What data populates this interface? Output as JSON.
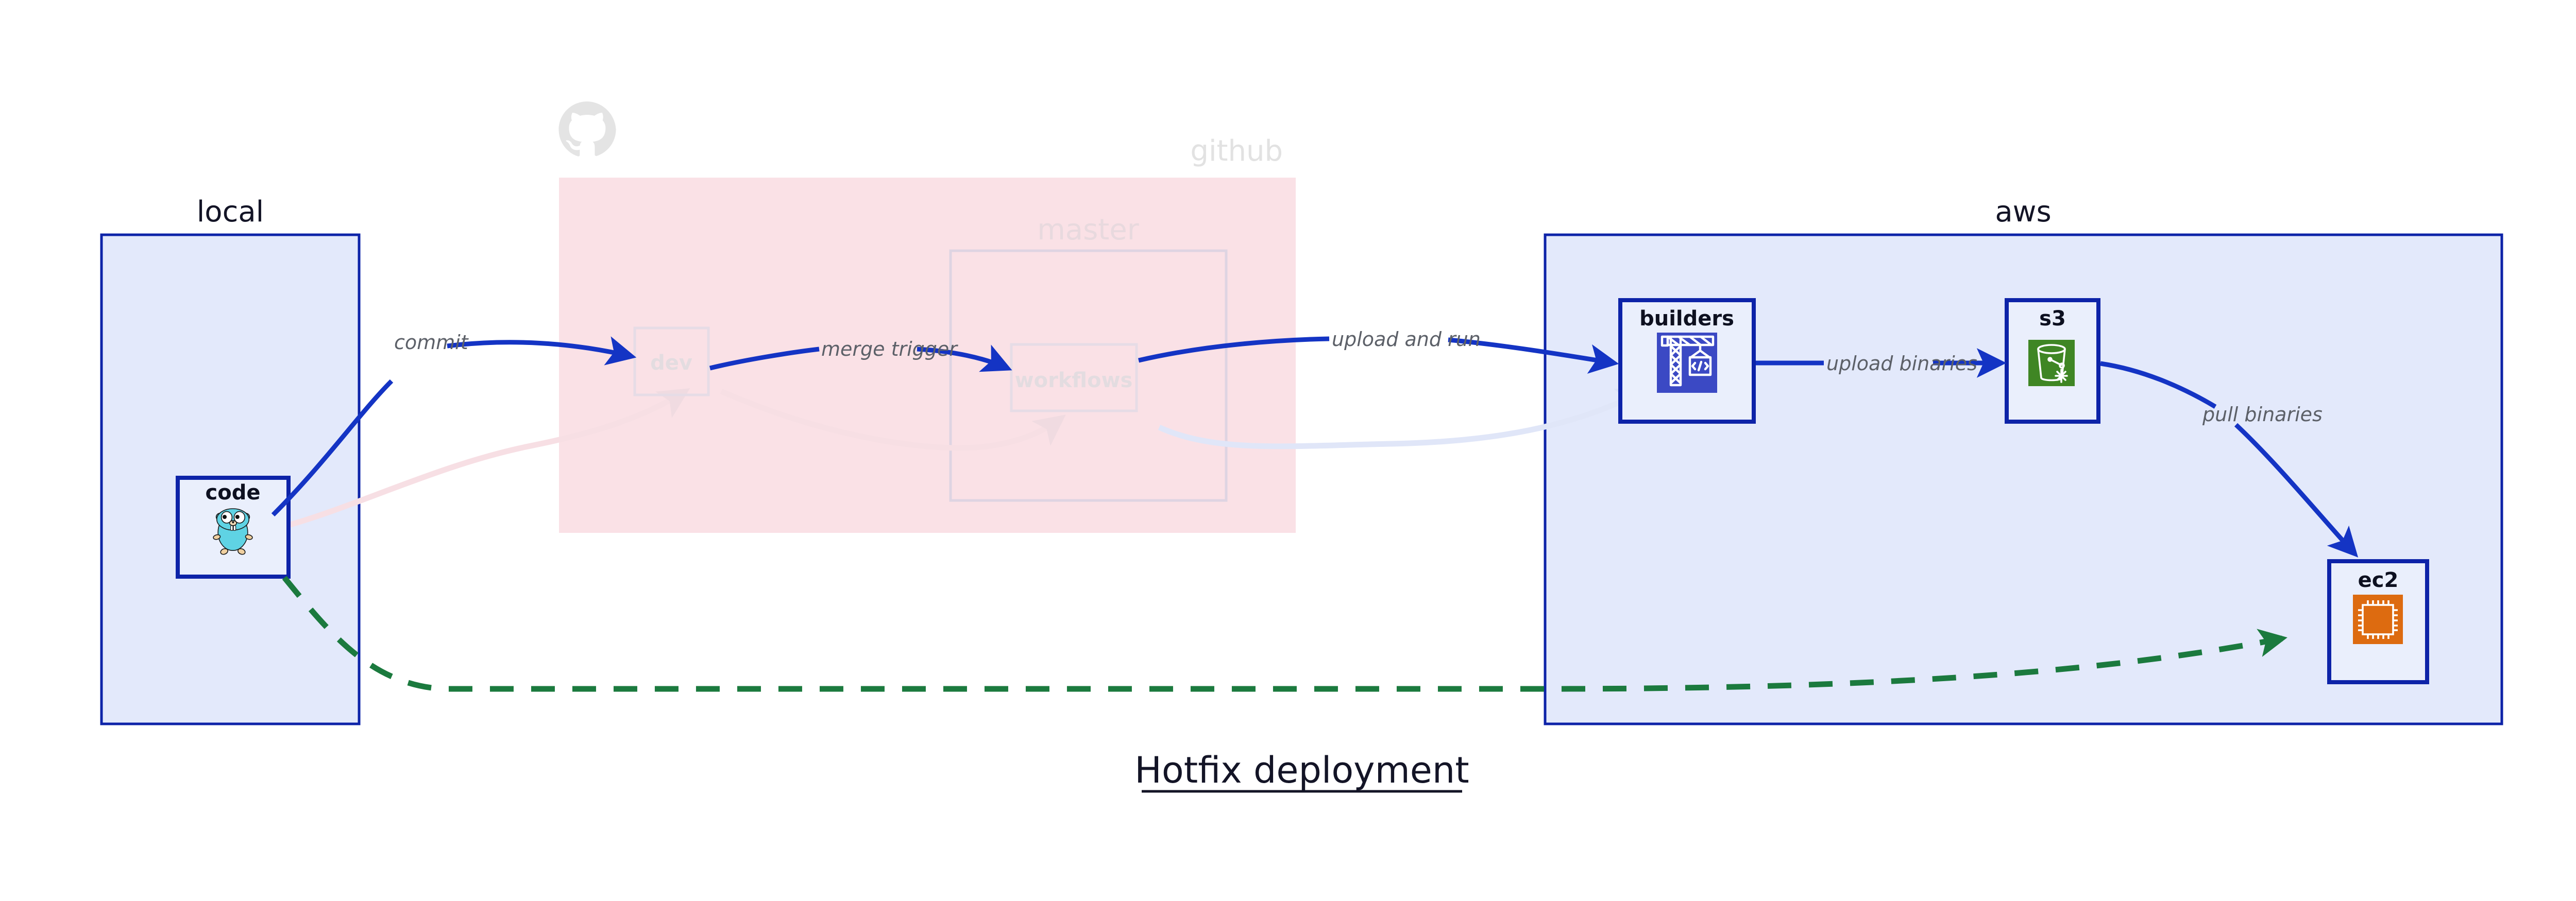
{
  "diagram": {
    "title": "Hotfix deployment",
    "groups": [
      {
        "id": "local",
        "label": "local"
      },
      {
        "id": "github",
        "label": "github"
      },
      {
        "id": "aws",
        "label": "aws"
      }
    ],
    "subgroups": [
      {
        "id": "master",
        "label": "master",
        "parent": "github"
      }
    ],
    "nodes": [
      {
        "id": "code",
        "label": "code",
        "icon": "go-gopher-icon",
        "group": "local",
        "state": "active"
      },
      {
        "id": "dev",
        "label": "dev",
        "icon": "none",
        "group": "github",
        "state": "faded"
      },
      {
        "id": "workflows",
        "label": "workflows",
        "icon": "none",
        "group": "master",
        "state": "faded"
      },
      {
        "id": "builders",
        "label": "builders",
        "icon": "crane-code-icon",
        "group": "aws",
        "state": "active"
      },
      {
        "id": "s3",
        "label": "s3",
        "icon": "s3-bucket-icon",
        "group": "aws",
        "state": "active"
      },
      {
        "id": "ec2",
        "label": "ec2",
        "icon": "cpu-chip-icon",
        "group": "aws",
        "state": "active"
      }
    ],
    "edges": [
      {
        "from": "code",
        "to": "dev",
        "label": "commit",
        "style": "solid"
      },
      {
        "from": "dev",
        "to": "workflows",
        "label": "merge trigger",
        "style": "solid"
      },
      {
        "from": "workflows",
        "to": "builders",
        "label": "upload and run",
        "style": "solid"
      },
      {
        "from": "builders",
        "to": "s3",
        "label": "upload binaries",
        "style": "solid"
      },
      {
        "from": "s3",
        "to": "ec2",
        "label": "pull binaries",
        "style": "solid"
      },
      {
        "from": "code",
        "to": "ec2",
        "label": "",
        "style": "dashed"
      }
    ],
    "colors": {
      "accent_blue": "#1434c4",
      "group_fill_blue": "#e3e9fb",
      "group_fill_pink": "#fae1e6",
      "node_fill": "#eaeffc",
      "dashed_green": "#1b7a3e",
      "builders_icon_bg": "#3b49c4",
      "s3_icon_bg": "#3f8624",
      "ec2_icon_bg": "#dd6b10",
      "gopher_body": "#5fd3e4",
      "text_dark": "#131426",
      "edge_label_gray": "#5c6068"
    }
  }
}
